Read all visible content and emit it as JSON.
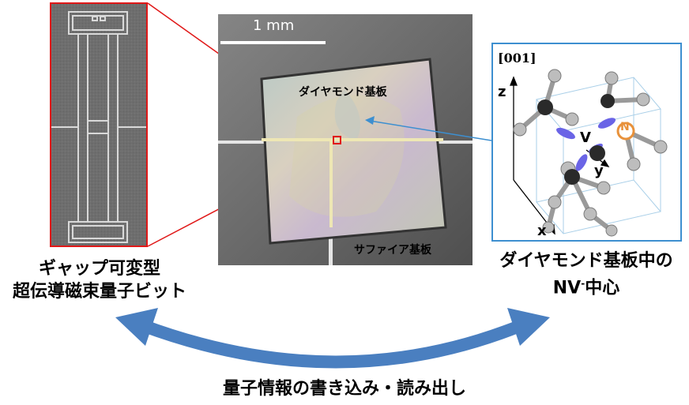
{
  "qubit_label": {
    "line1": "ギャップ可変型",
    "line2": "超伝導磁束量子ビット"
  },
  "photo": {
    "scale_bar": "1 mm",
    "diamond_label": "ダイヤモンド基板",
    "sapphire_label": "サファイア基板"
  },
  "structure": {
    "direction": "[001]",
    "axis_z": "z",
    "axis_y": "y",
    "axis_x": "x",
    "vacancy": "V",
    "nitrogen": "N"
  },
  "nv_label": {
    "line1": "ダイヤモンド基板中の",
    "line2_prefix": "NV",
    "line2_sup": "-",
    "line2_suffix": "中心"
  },
  "bottom_label": "量子情報の書き込み・読み出し",
  "colors": {
    "red_frame": "#e01818",
    "blue_frame": "#3d8fd0",
    "arrow_blue": "#4a7fc0",
    "nitrogen_orange": "#e8913a",
    "orbital_purple": "#6a64e6"
  }
}
